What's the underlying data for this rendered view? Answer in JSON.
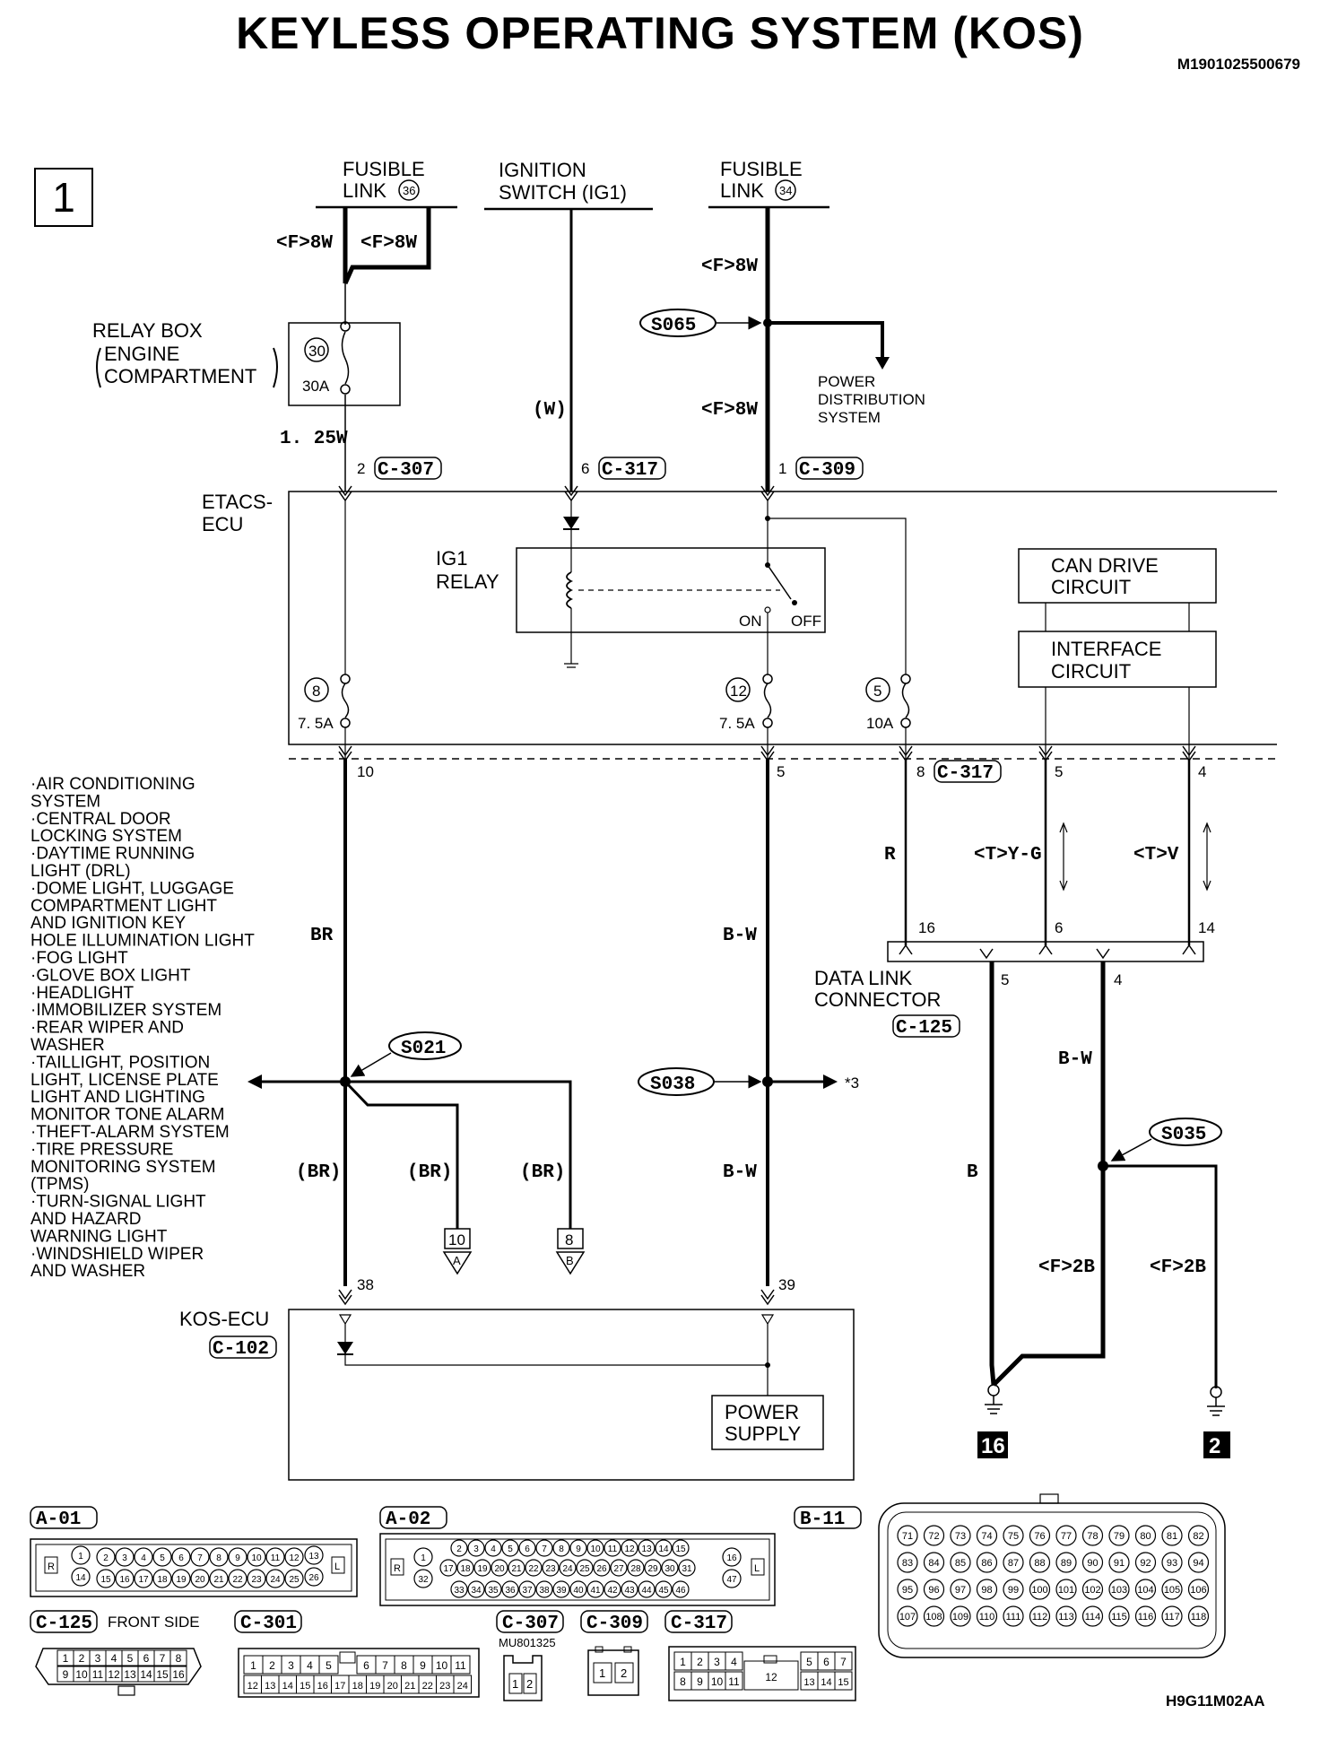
{
  "title": "KEYLESS OPERATING SYSTEM (KOS)",
  "doc_id": "M1901025500679",
  "page_number": "1",
  "footer_code": "H9G11M02AA",
  "sources": {
    "fusible_link_36": {
      "line1": "FUSIBLE",
      "line2": "LINK",
      "num": "36"
    },
    "ignition_switch": {
      "line1": "IGNITION",
      "line2": "SWITCH (IG1)"
    },
    "fusible_link_34": {
      "line1": "FUSIBLE",
      "line2": "LINK",
      "num": "34"
    }
  },
  "relay_box": {
    "line1": "RELAY BOX",
    "line2": "ENGINE",
    "line3": "COMPARTMENT",
    "fuse_num": "30",
    "fuse_amp": "30A"
  },
  "wires": {
    "f8w_a": "<F>8W",
    "f8w_b": "<F>8W",
    "f8w_c": "<F>8W",
    "f8w_d": "<F>8W",
    "w": "(W)",
    "w125": "1. 25W",
    "br": "BR",
    "bw": "B-W",
    "r": "R",
    "tyg": "<T>Y-G",
    "tv": "<T>V",
    "br_p1": "(BR)",
    "br_p2": "(BR)",
    "br_p3": "(BR)",
    "bw2": "B-W",
    "b": "B",
    "bw3": "B-W",
    "f2b_a": "<F>2B",
    "f2b_b": "<F>2B"
  },
  "splices": {
    "s065": "S065",
    "s021": "S021",
    "s038": "S038",
    "s035": "S035"
  },
  "power_distribution": {
    "line1": "POWER",
    "line2": "DISTRIBUTION",
    "line3": "SYSTEM"
  },
  "etacs": {
    "line1": "ETACS-",
    "line2": "ECU",
    "pin_top_1": "2",
    "conn_top_1": "C-307",
    "pin_top_2": "6",
    "conn_top_2": "C-317",
    "pin_top_3": "1",
    "conn_top_3": "C-309",
    "ig1_line1": "IG1",
    "ig1_line2": "RELAY",
    "on": "ON",
    "off": "OFF",
    "can_line1": "CAN DRIVE",
    "can_line2": "CIRCUIT",
    "if_line1": "INTERFACE",
    "if_line2": "CIRCUIT",
    "fuse8": "8",
    "fuse8_amp": "7. 5A",
    "fuse12": "12",
    "fuse12_amp": "7. 5A",
    "fuse5": "5",
    "fuse5_amp": "10A",
    "pin_b_10": "10",
    "pin_b_5": "5",
    "pin_b_8": "8",
    "conn_bottom": "C-317",
    "pin_b_5b": "5",
    "pin_b_4": "4"
  },
  "systems": [
    "·AIR CONDITIONING",
    " SYSTEM",
    "·CENTRAL DOOR",
    " LOCKING SYSTEM",
    "·DAYTIME RUNNING",
    " LIGHT (DRL)",
    "·DOME LIGHT, LUGGAGE",
    " COMPARTMENT LIGHT",
    " AND IGNITION KEY",
    " HOLE ILLUMINATION LIGHT",
    "·FOG LIGHT",
    "·GLOVE BOX LIGHT",
    "·HEADLIGHT",
    "·IMMOBILIZER SYSTEM",
    "·REAR WIPER AND",
    " WASHER",
    "·TAILLIGHT, POSITION",
    " LIGHT, LICENSE PLATE",
    " LIGHT AND LIGHTING",
    " MONITOR TONE ALARM",
    "·THEFT-ALARM SYSTEM",
    "·TIRE PRESSURE",
    " MONITORING SYSTEM",
    " (TPMS)",
    "·TURN-SIGNAL LIGHT",
    " AND HAZARD",
    " WARNING LIGHT",
    "·WINDSHIELD WIPER",
    " AND WASHER"
  ],
  "dlc": {
    "pin16": "16",
    "pin6": "6",
    "pin14": "14",
    "pin5": "5",
    "pin4": "4",
    "line1": "DATA LINK",
    "line2": "CONNECTOR",
    "conn": "C-125"
  },
  "offpage": {
    "a_num": "10",
    "a_letter": "A",
    "b_num": "8",
    "b_letter": "B",
    "star3": "*3"
  },
  "kos": {
    "line1": "KOS-ECU",
    "conn": "C-102",
    "pin38": "38",
    "pin39": "39",
    "ps_line1": "POWER",
    "ps_line2": "SUPPLY"
  },
  "grounds": {
    "g16": "16",
    "g2": "2"
  },
  "connectors": {
    "a01": "A-01",
    "a02": "A-02",
    "b11": "B-11",
    "c125": "C-125",
    "c125_side": "FRONT SIDE",
    "c301": "C-301",
    "c307": "C-307",
    "c307_part": "MU801325",
    "c309": "C-309",
    "c317": "C-317"
  }
}
